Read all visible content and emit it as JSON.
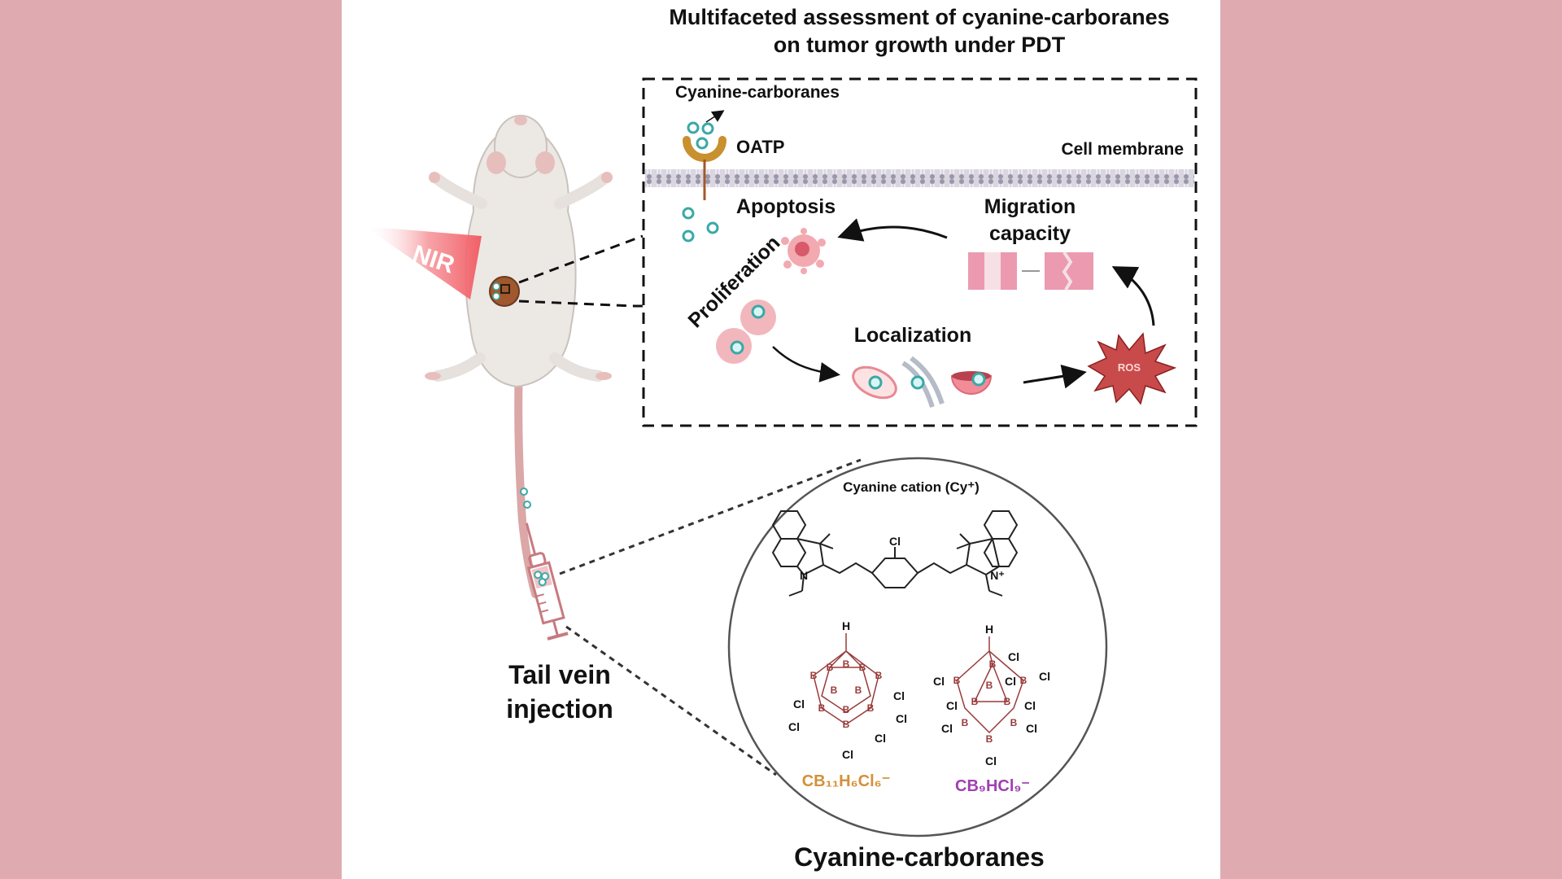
{
  "figure": {
    "background_color": "#dfabb0",
    "title_line1": "Multifaceted assessment of cyanine-carboranes",
    "title_line2": "on tumor growth under PDT",
    "mouse": {
      "nir_label": "NIR",
      "injection_label_line1": "Tail vein",
      "injection_label_line2": "injection"
    },
    "cell_panel": {
      "compound_label": "Cyanine-carboranes",
      "transporter_label": "OATP",
      "membrane_label": "Cell membrane",
      "apoptosis_label": "Apoptosis",
      "migration_label_line1": "Migration",
      "migration_label_line2": "capacity",
      "proliferation_label": "Proliferation",
      "localization_label": "Localization",
      "ros_label": "ROS"
    },
    "structures": {
      "cation_label": "Cyanine cation (Cy⁺)",
      "cl_label": "Cl",
      "n_label": "N",
      "nplus_label": "N⁺",
      "h_label": "H",
      "b_label": "B",
      "anion1_formula": "CB₁₁H₆Cl₆⁻",
      "anion1_color": "#d4903a",
      "anion2_formula": "CB₉HCl₉⁻",
      "anion2_color": "#a040b0",
      "group_label": "Cyanine-carboranes"
    },
    "colors": {
      "teal": "#3aa9a6",
      "oatp": "#c8902e",
      "nir": "#f06a70",
      "ros": "#c94a4a",
      "boron": "#9a3a3a",
      "cell_pink": "#f2b7bd",
      "mouse_fill": "#ece8e4"
    }
  }
}
